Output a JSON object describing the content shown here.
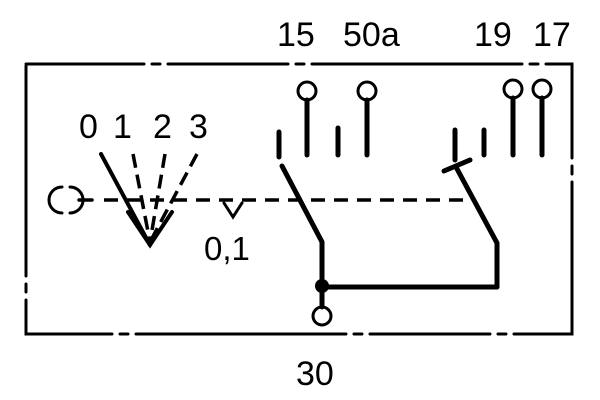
{
  "diagram": {
    "type": "electrical-switch-schematic",
    "description": "Ignition/starter switch contact diagram",
    "terminals": {
      "t15": "15",
      "t50a": "50a",
      "t19": "19",
      "t17": "17",
      "t30": "30"
    },
    "positions": {
      "p0": "0",
      "p1": "1",
      "p2": "2",
      "p3": "3"
    },
    "detent_label": "0,1",
    "colors": {
      "line": "#000000",
      "background": "#ffffff"
    }
  }
}
